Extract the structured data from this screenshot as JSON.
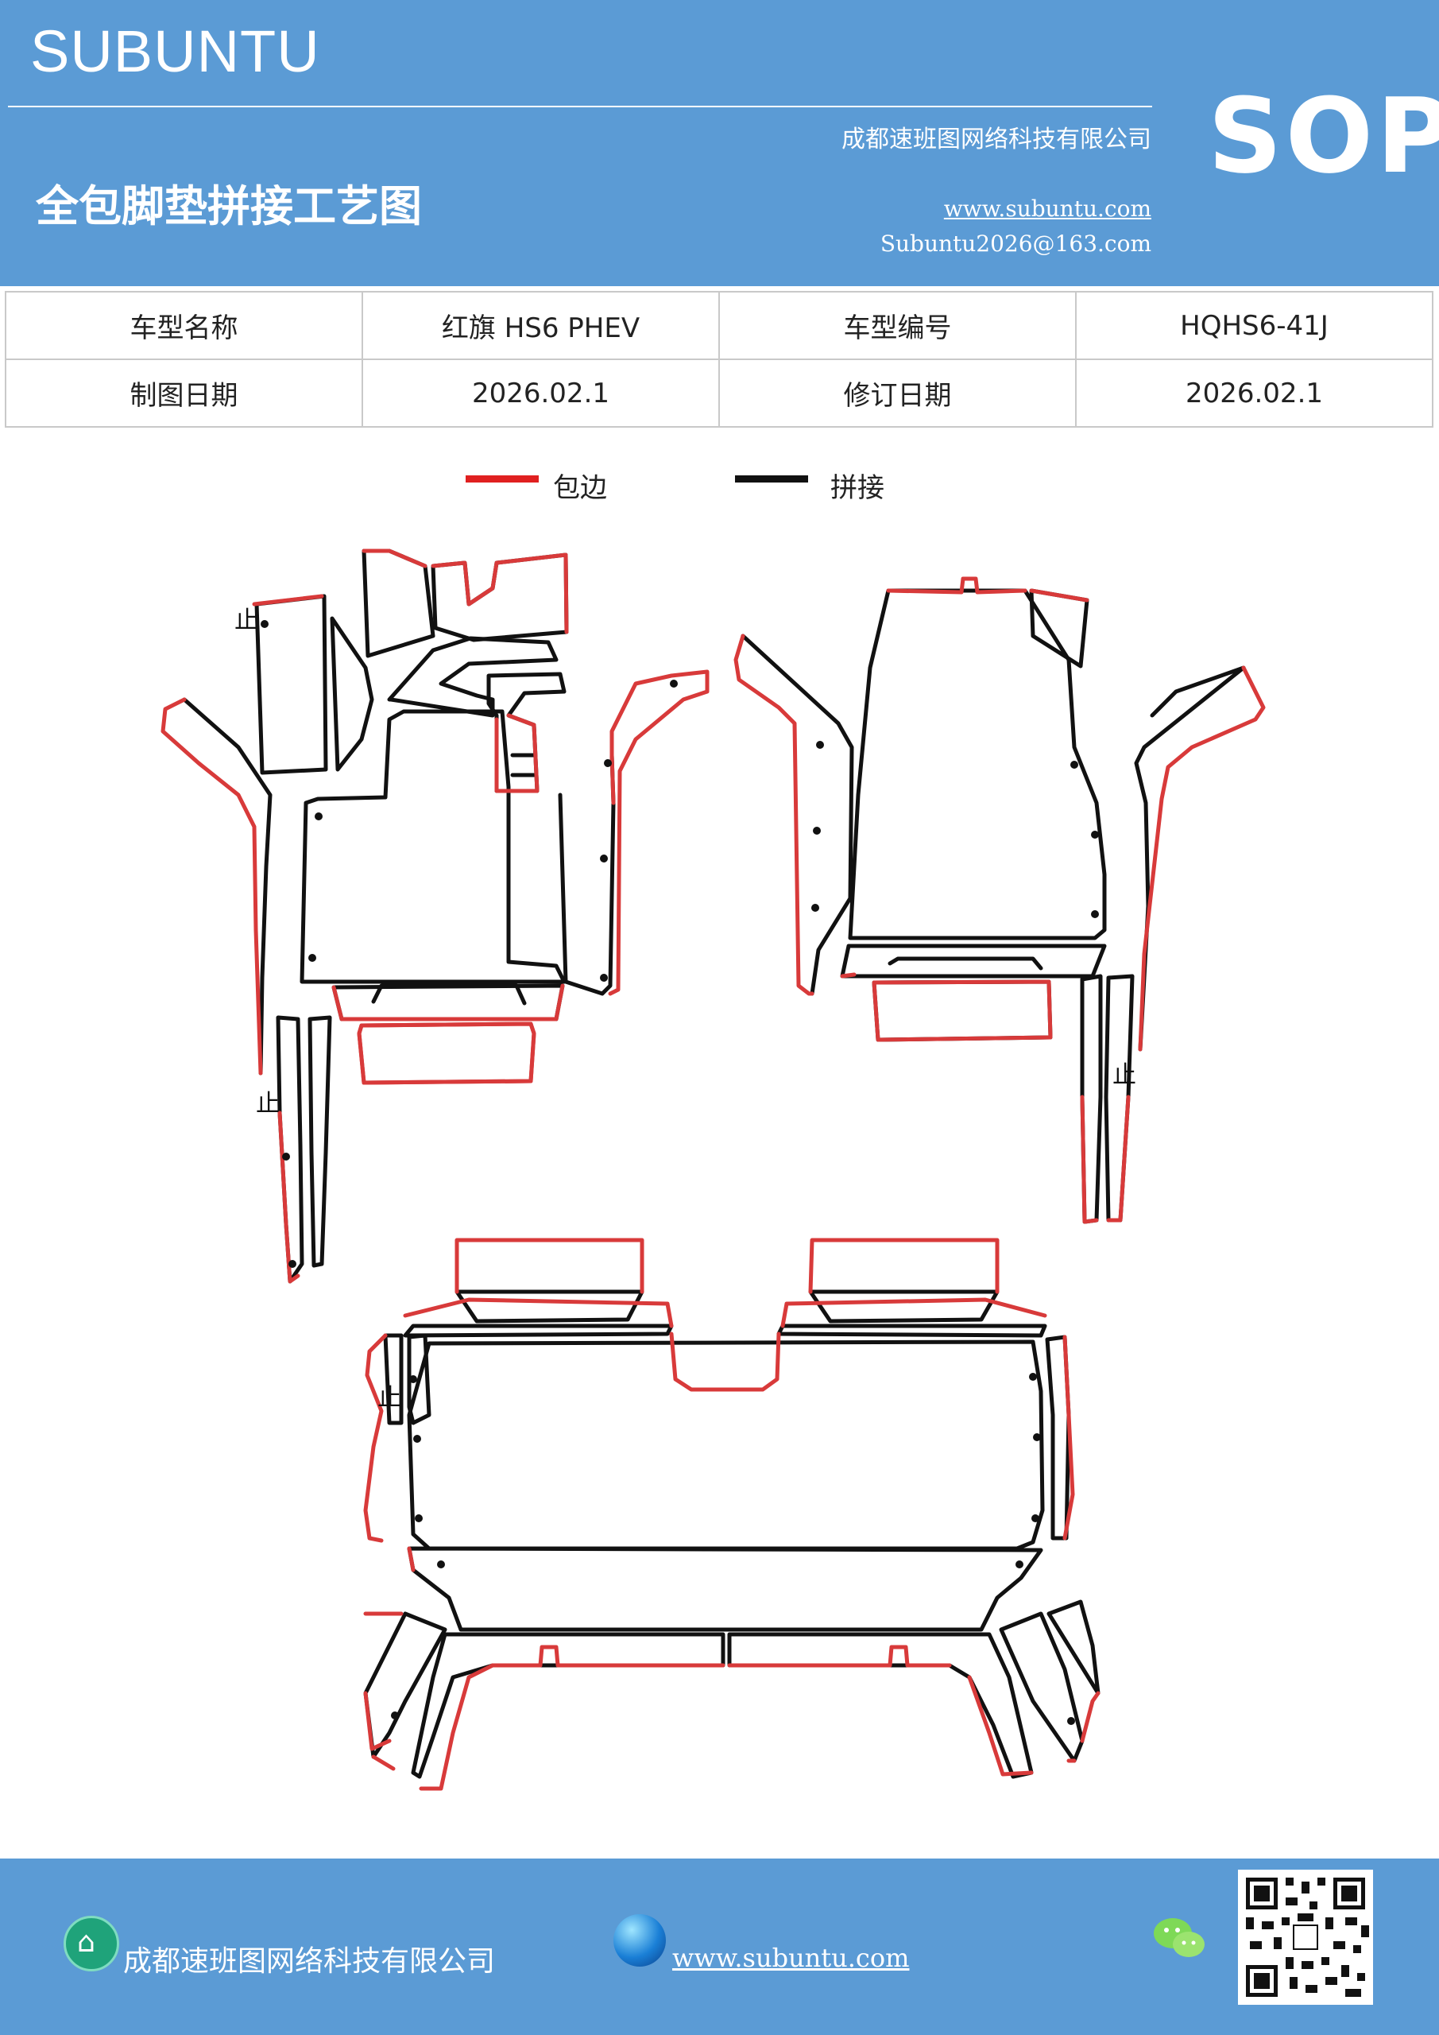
{
  "header": {
    "brand": "SUBUNTU",
    "company": "成都速班图网络科技有限公司",
    "title": "全包脚垫拼接工艺图",
    "website": "www.subuntu.com",
    "email": "Subuntu2026@163.com",
    "badge": "SOP",
    "color": "#5b9bd5"
  },
  "info_table": {
    "rows": [
      [
        "车型名称",
        "红旗 HS6  PHEV",
        "车型编号",
        "HQHS6-41J"
      ],
      [
        "制图日期",
        "2026.02.1",
        "修订日期",
        "2026.02.1"
      ]
    ]
  },
  "legend": [
    {
      "label": "包边",
      "color": "#e02020"
    },
    {
      "label": "拼接",
      "color": "#111111"
    }
  ],
  "diagram": {
    "marker_label": "止",
    "edge_color": "#d83a3a",
    "seam_color": "#111111"
  },
  "footer": {
    "company": "成都速班图网络科技有限公司",
    "website": "www.subuntu.com",
    "icons": [
      "building-icon",
      "globe-icon",
      "wechat-icon",
      "qr-code"
    ]
  }
}
